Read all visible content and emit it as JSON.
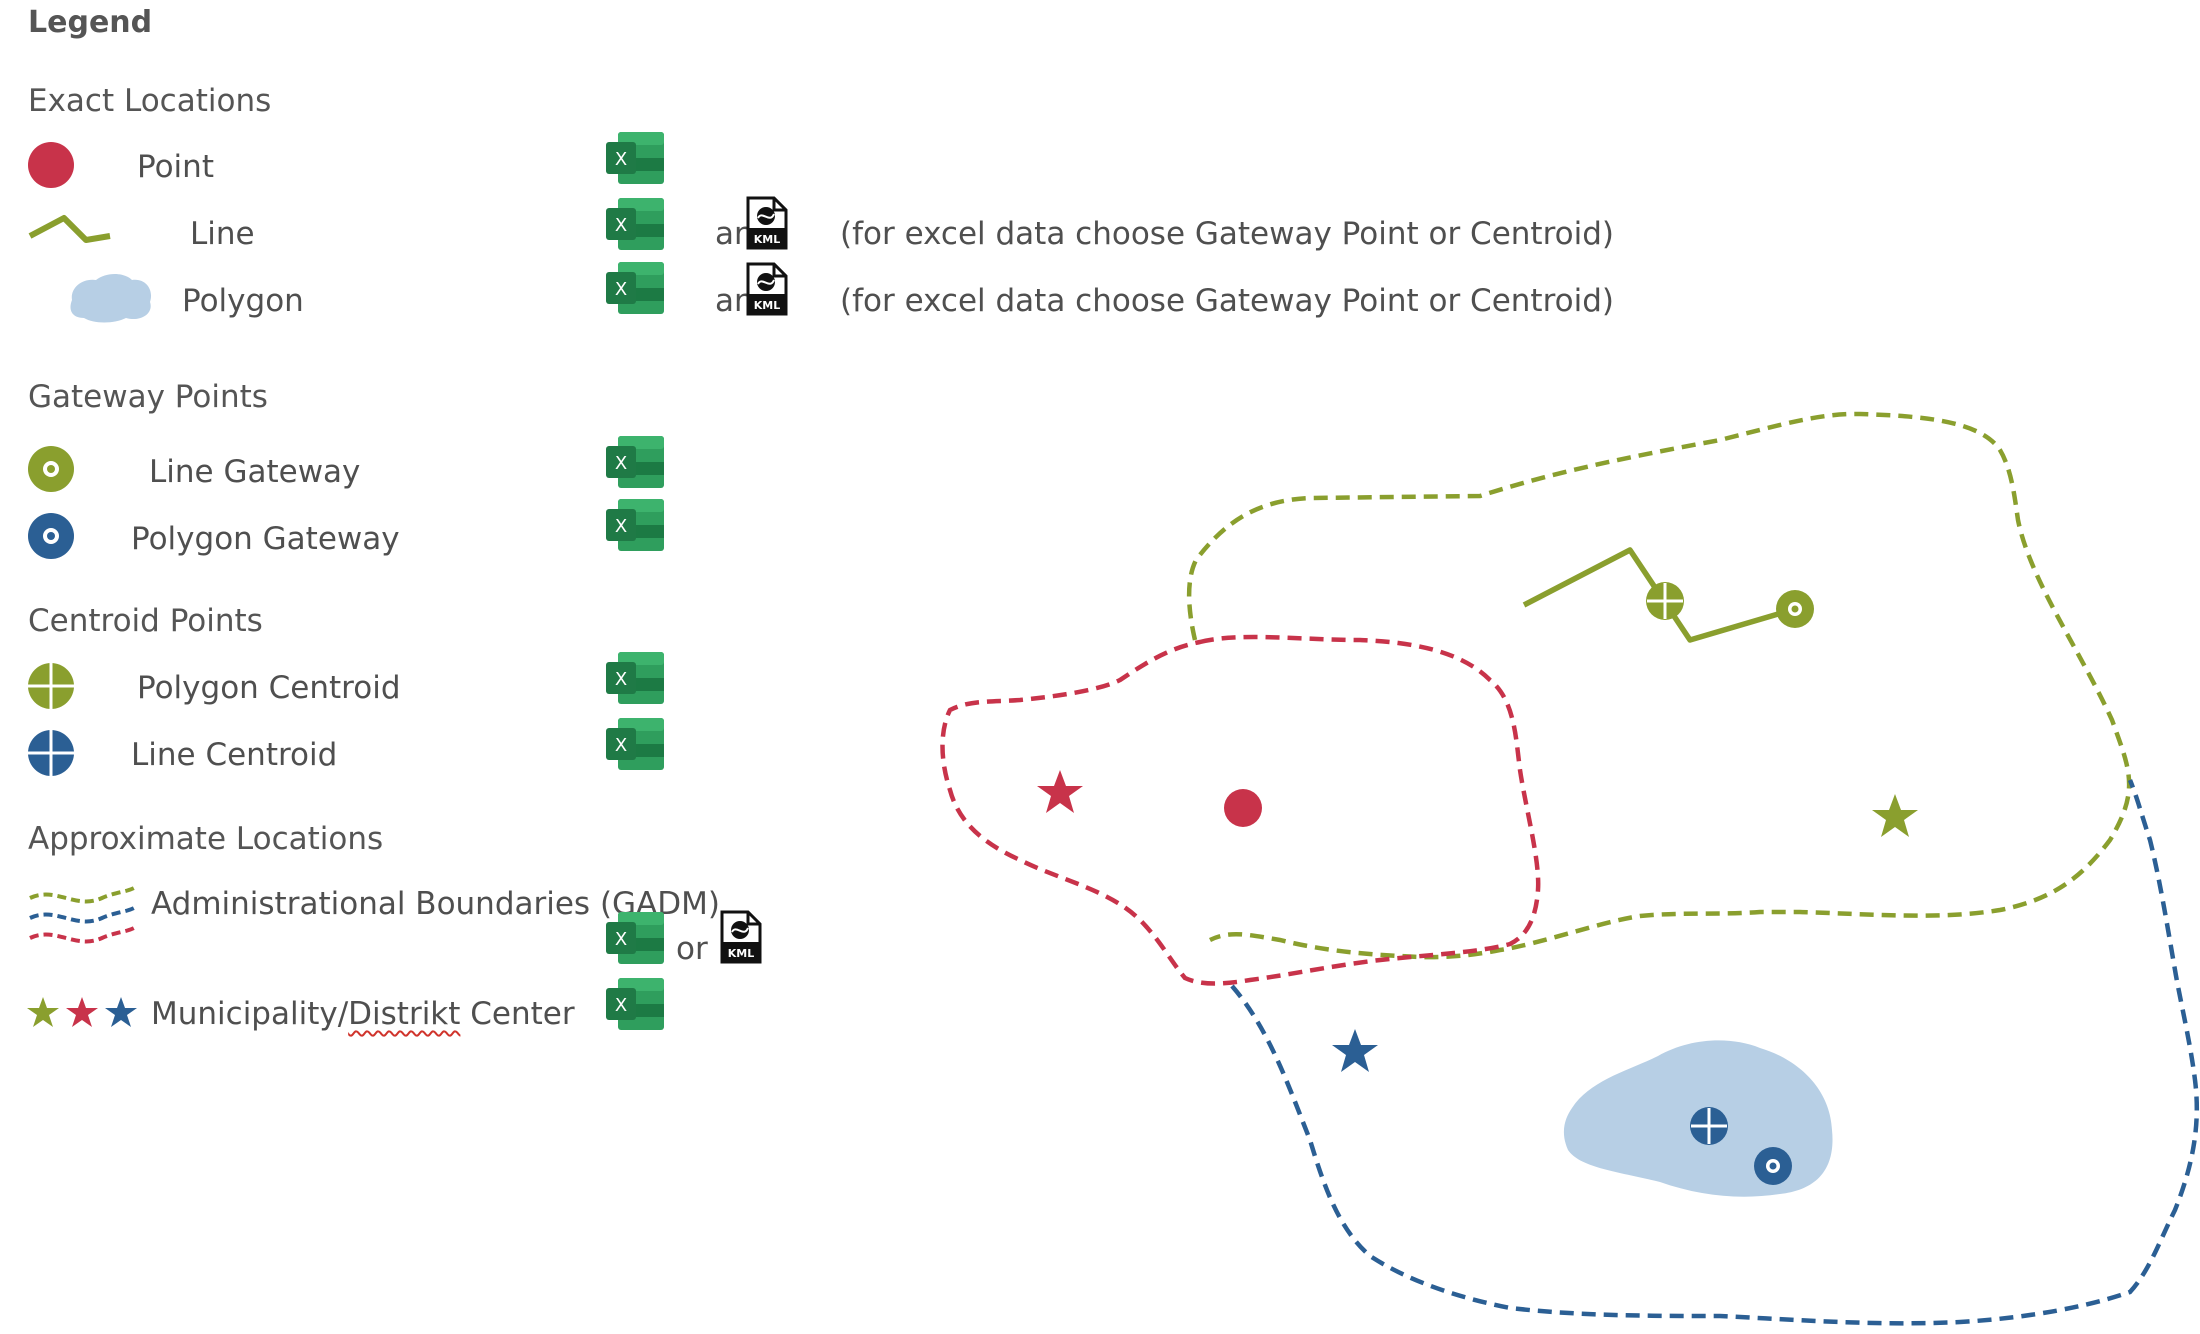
{
  "legend": {
    "title": "Legend",
    "sections": {
      "exact": "Exact Locations",
      "gateway": "Gateway Points",
      "centroid": "Centroid Points",
      "approx": "Approximate Locations"
    },
    "items": {
      "point": "Point",
      "line": "Line",
      "polygon": "Polygon",
      "line_gateway": "Line Gateway",
      "polygon_gateway": "Polygon Gateway",
      "polygon_centroid": "Polygon Centroid",
      "line_centroid": "Line Centroid",
      "admin_boundaries": "Administrational Boundaries  (GADM)",
      "municipality_prefix": "Municipality/",
      "municipality_misspelled": "Distrikt",
      "municipality_suffix": " Center"
    },
    "connectors": {
      "and": "and",
      "or": "or"
    },
    "excel_note": "(for excel data choose Gateway Point or Centroid)",
    "file_badges": {
      "excel": "X",
      "kml": "KML"
    }
  },
  "icons": {
    "excel": "excel-file-icon",
    "kml": "kml-file-icon",
    "point": "red-dot-icon",
    "line": "green-line-icon",
    "polygon": "blue-cloud-icon",
    "line_gateway": "green-target-icon",
    "polygon_gateway": "blue-target-icon",
    "polygon_centroid": "green-crosshair-icon",
    "line_centroid": "blue-crosshair-icon",
    "boundaries": "dashed-wavy-lines-icon",
    "stars": "star-icon"
  },
  "colors": {
    "red": "#c8334a",
    "green": "#8a9f2e",
    "blue": "#2b5f94",
    "light_blue": "#b7cfe5",
    "excel_green": "#1f7a46"
  }
}
